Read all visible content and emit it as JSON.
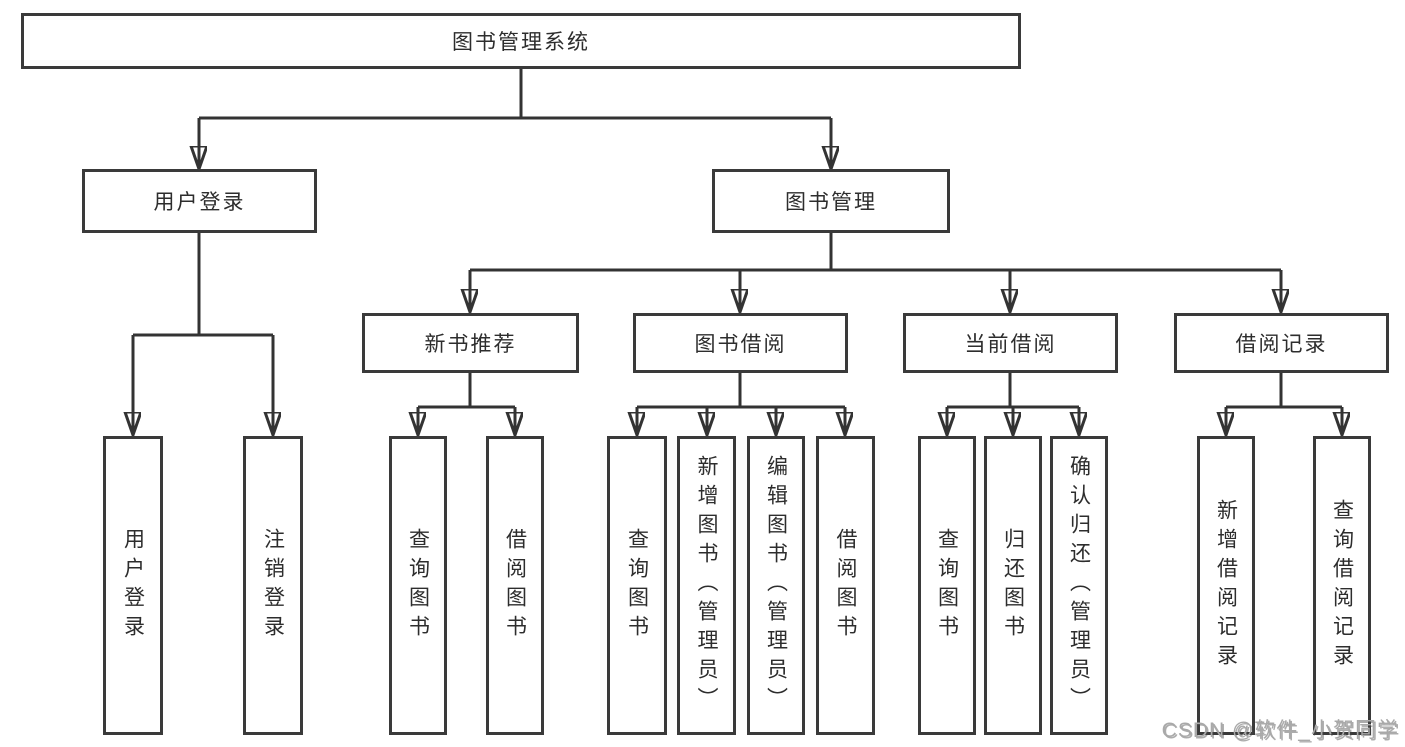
{
  "diagram": {
    "type": "hierarchy-tree",
    "colors": {
      "line": "#333333",
      "box_border": "#3a3a3a",
      "box_fill": "#ffffff",
      "text": "#2d2d2d",
      "watermark_text": "#a9a9a9",
      "background": "#ffffff"
    },
    "watermark": "CSDN @软件_小贺同学",
    "nodes": {
      "root": {
        "label": "图书管理系统"
      },
      "user_login": {
        "label": "用户登录"
      },
      "book_mgmt": {
        "label": "图书管理"
      },
      "new_book_rec": {
        "label": "新书推荐"
      },
      "book_borrow": {
        "label": "图书借阅"
      },
      "current_borrow": {
        "label": "当前借阅"
      },
      "borrow_records": {
        "label": "借阅记录"
      },
      "leaf_user_login": {
        "label": "用户登录"
      },
      "leaf_logout": {
        "label": "注销登录"
      },
      "leaf_rec_query": {
        "label": "查询图书"
      },
      "leaf_rec_borrow": {
        "label": "借阅图书"
      },
      "leaf_bb_query": {
        "label": "查询图书"
      },
      "leaf_bb_add": {
        "label": "新增图书（管理员）"
      },
      "leaf_bb_edit": {
        "label": "编辑图书（管理员）"
      },
      "leaf_bb_borrow": {
        "label": "借阅图书"
      },
      "leaf_cb_query": {
        "label": "查询图书"
      },
      "leaf_cb_return": {
        "label": "归还图书"
      },
      "leaf_cb_confirm": {
        "label": "确认归还（管理员）"
      },
      "leaf_br_add": {
        "label": "新增借阅记录"
      },
      "leaf_br_query": {
        "label": "查询借阅记录"
      }
    },
    "tree": {
      "root": [
        "user_login",
        "book_mgmt"
      ],
      "user_login": [
        "leaf_user_login",
        "leaf_logout"
      ],
      "book_mgmt": [
        "new_book_rec",
        "book_borrow",
        "current_borrow",
        "borrow_records"
      ],
      "new_book_rec": [
        "leaf_rec_query",
        "leaf_rec_borrow"
      ],
      "book_borrow": [
        "leaf_bb_query",
        "leaf_bb_add",
        "leaf_bb_edit",
        "leaf_bb_borrow"
      ],
      "current_borrow": [
        "leaf_cb_query",
        "leaf_cb_return",
        "leaf_cb_confirm"
      ],
      "borrow_records": [
        "leaf_br_add",
        "leaf_br_query"
      ]
    }
  }
}
